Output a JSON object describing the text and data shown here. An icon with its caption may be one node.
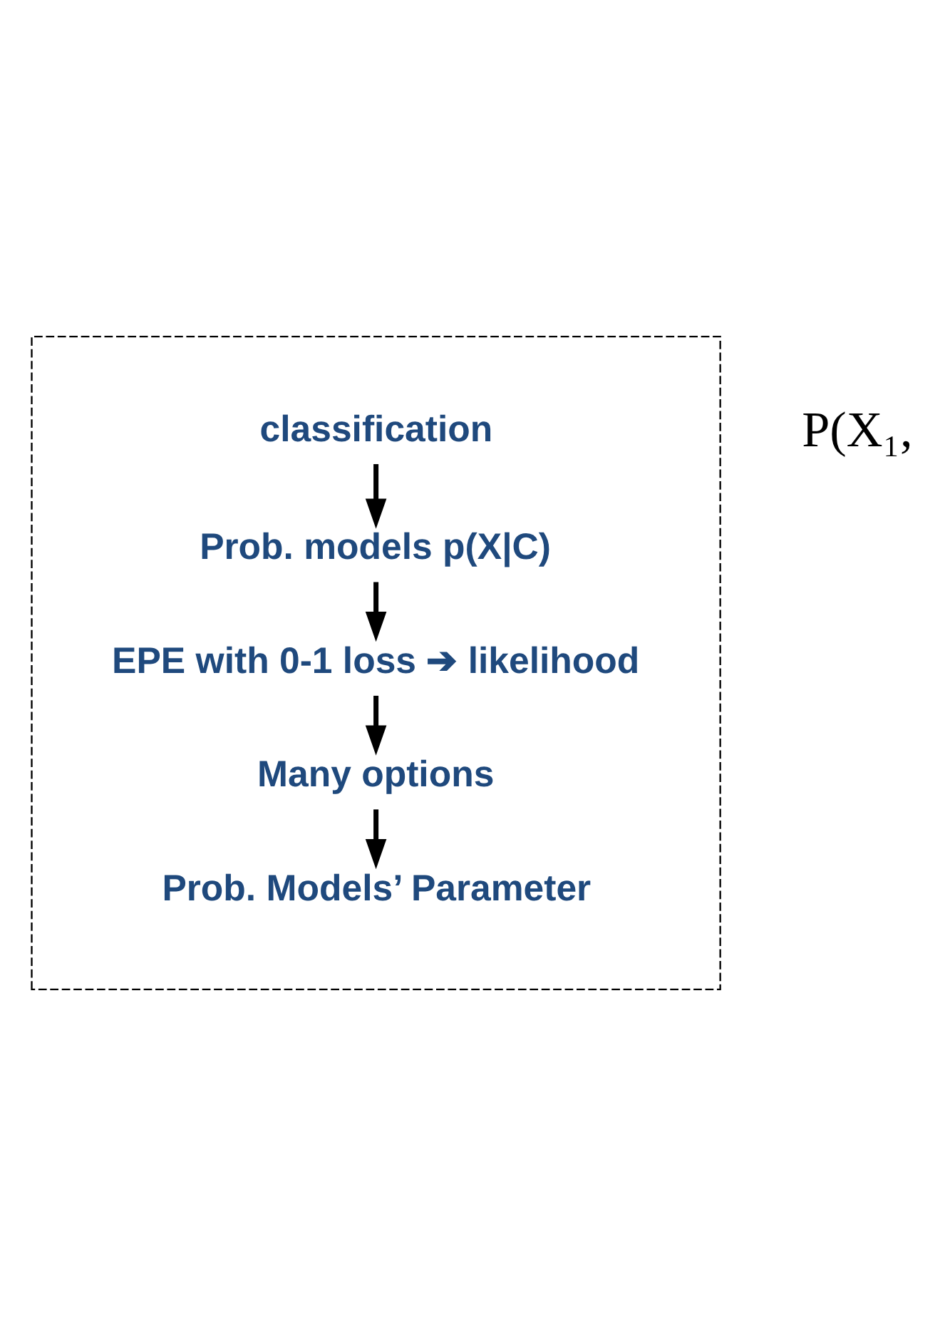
{
  "diagram": {
    "nodes": [
      {
        "text": [],
        "shape": "box"
      },
      {
        "text": [
          "classification"
        ],
        "in": 0
      },
      {
        "text": [
          "Prob. models p(X|C)"
        ],
        "in": 0
      },
      {
        "text": [
          "EPE with 0-1 loss ➔ likelihood"
        ],
        "in": 0
      },
      {
        "text": [
          "Many options"
        ],
        "in": 0
      },
      {
        "text": [
          "Prob. Models’ Parameter"
        ],
        "in": 0
      }
    ],
    "edges": [
      {
        "from": 1,
        "to": 2,
        "arrow": "to"
      },
      {
        "from": 2,
        "to": 3,
        "arrow": "to"
      },
      {
        "from": 3,
        "to": 4,
        "arrow": "to"
      },
      {
        "from": 4,
        "to": 5,
        "arrow": "to"
      }
    ],
    "labels": [
      "P(X₁,"
    ]
  }
}
